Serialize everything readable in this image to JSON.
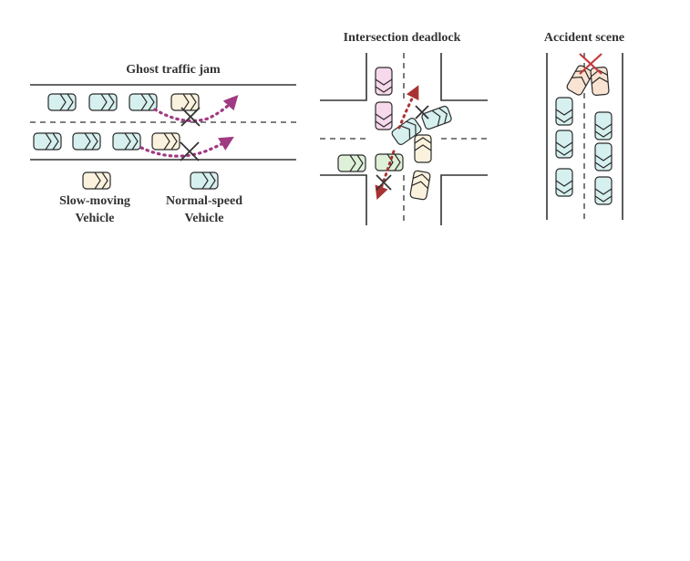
{
  "titles": {
    "ghost": "Ghost traffic jam",
    "deadlock": "Intersection deadlock",
    "accident": "Accident scene"
  },
  "legend": {
    "slow_line1": "Slow-moving",
    "slow_line2": "Vehicle",
    "normal_line1": "Normal-speed",
    "normal_line2": "Vehicle"
  },
  "colors": {
    "normal": "#d6f0ef",
    "slow": "#fbf2de",
    "pink": "#f6d9ec",
    "green": "#def1d8",
    "peach": "#f9e3d2",
    "arrow_purple": "#a03a82",
    "arrow_red": "#a83232"
  }
}
